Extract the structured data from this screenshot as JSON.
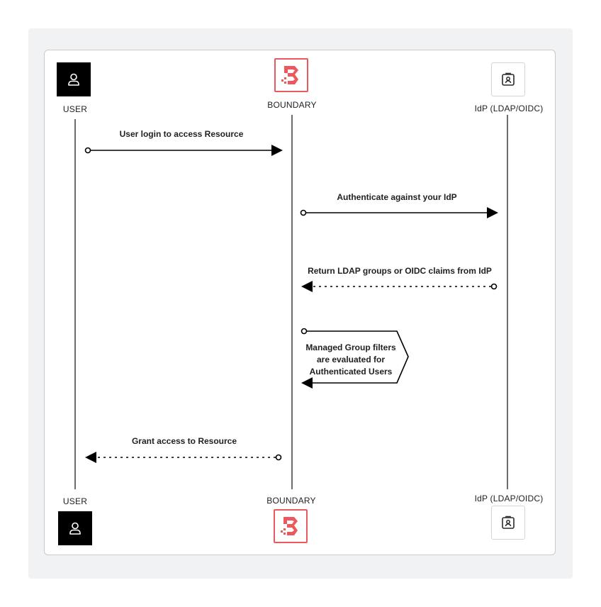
{
  "actors": {
    "user": {
      "label": "USER",
      "icon": "user-icon"
    },
    "boundary": {
      "label": "BOUNDARY",
      "icon": "boundary-logo-icon"
    },
    "idp": {
      "label": "IdP (LDAP/OIDC)",
      "icon": "id-badge-icon"
    }
  },
  "messages": [
    {
      "text": "User login to access Resource",
      "from": "user",
      "to": "boundary",
      "style": "solid"
    },
    {
      "text": "Authenticate against your IdP",
      "from": "boundary",
      "to": "idp",
      "style": "solid"
    },
    {
      "text": "Return LDAP groups or OIDC claims from IdP",
      "from": "idp",
      "to": "boundary",
      "style": "dashed"
    },
    {
      "text": [
        "Managed Group filters",
        "are evaluated for",
        "Authenticated Users"
      ],
      "from": "boundary",
      "to": "boundary",
      "style": "solid"
    },
    {
      "text": "Grant access to Resource",
      "from": "boundary",
      "to": "user",
      "style": "dashed"
    }
  ],
  "colors": {
    "boundary_red": "#ec585d",
    "background": "#f1f2f3",
    "line": "#000000"
  }
}
